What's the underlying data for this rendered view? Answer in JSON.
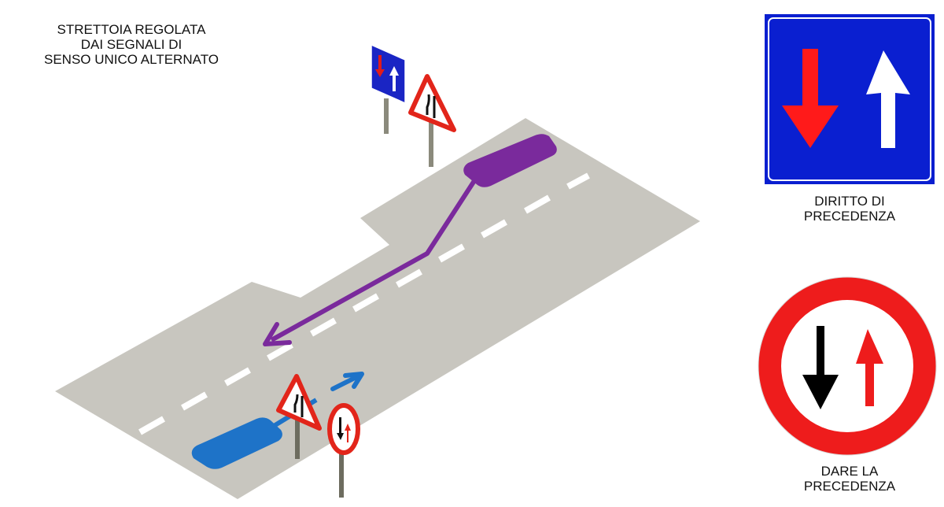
{
  "title": {
    "lines": [
      "STRETTOIA REGOLATA",
      "DAI SEGNALI DI",
      "SENSO UNICO ALTERNATO"
    ]
  },
  "legend": {
    "priority_sign": {
      "icon": "priority-over-oncoming-traffic-sign",
      "caption_lines": [
        "DIRITTO DI",
        "PRECEDENZA"
      ],
      "background": "#0a1fd0",
      "arrow_down_color": "#ff1a1a",
      "arrow_up_color": "#ffffff"
    },
    "yield_sign": {
      "icon": "give-way-to-oncoming-traffic-sign",
      "caption_lines": [
        "DARE LA",
        "PRECEDENZA"
      ],
      "ring_color": "#ee1c1c",
      "arrow_down_color": "#000000",
      "arrow_up_color": "#ee1c1c"
    }
  },
  "scene": {
    "road_color": "#c8c6bf",
    "lane_marking_color": "#ffffff",
    "vehicles": [
      {
        "name": "purple-car",
        "color": "#7a2a9c",
        "role": "has priority, passes through narrowing"
      },
      {
        "name": "blue-car",
        "color": "#1e73c8",
        "role": "must yield"
      }
    ],
    "roadside_signs": [
      {
        "name": "priority-sign-far",
        "icon": "priority-over-oncoming-traffic-sign"
      },
      {
        "name": "road-narrows-sign-far",
        "icon": "road-narrows-warning-sign"
      },
      {
        "name": "road-narrows-sign-near",
        "icon": "road-narrows-warning-sign"
      },
      {
        "name": "yield-sign-near",
        "icon": "give-way-to-oncoming-traffic-sign"
      }
    ]
  }
}
